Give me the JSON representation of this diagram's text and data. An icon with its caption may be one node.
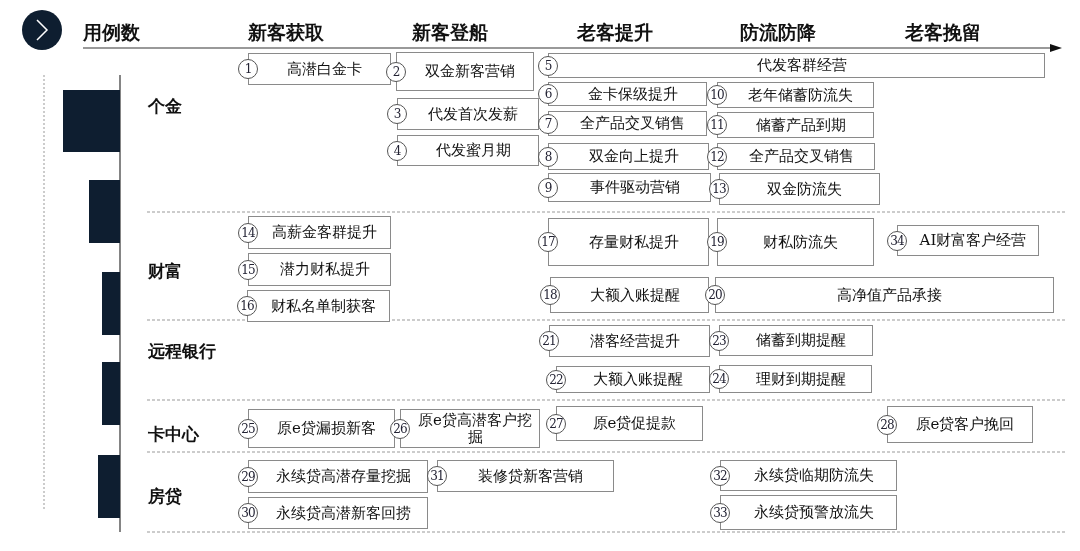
{
  "diagram": {
    "nodes": [
      {
        "text": [
          "1",
          "高潜白金卡"
        ]
      },
      {
        "text": [
          "2",
          "双金新客营销"
        ]
      },
      {
        "text": [
          "3",
          "代发首次发薪"
        ]
      },
      {
        "text": [
          "4",
          "代发蜜月期"
        ]
      },
      {
        "text": [
          "5",
          "代发客群经营"
        ]
      },
      {
        "text": [
          "6",
          "金卡保级提升"
        ]
      },
      {
        "text": [
          "7",
          "全产品交叉销售"
        ]
      },
      {
        "text": [
          "8",
          "双金向上提升"
        ]
      },
      {
        "text": [
          "9",
          "事件驱动营销"
        ]
      },
      {
        "text": [
          "10",
          "老年储蓄防流失"
        ]
      },
      {
        "text": [
          "11",
          "储蓄产品到期"
        ]
      },
      {
        "text": [
          "12",
          "全产品交叉销售"
        ]
      },
      {
        "text": [
          "13",
          "双金防流失"
        ]
      },
      {
        "text": [
          "14",
          "高薪金客群提升"
        ]
      },
      {
        "text": [
          "15",
          "潜力财私提升"
        ]
      },
      {
        "text": [
          "16",
          "财私名单制获客"
        ]
      },
      {
        "text": [
          "17",
          "存量财私提升"
        ]
      },
      {
        "text": [
          "18",
          "大额入账提醒"
        ]
      },
      {
        "text": [
          "19",
          "财私防流失"
        ]
      },
      {
        "text": [
          "20",
          "高净值产品承接"
        ]
      },
      {
        "text": [
          "21",
          "潜客经营提升"
        ]
      },
      {
        "text": [
          "22",
          "大额入账提醒"
        ]
      },
      {
        "text": [
          "23",
          "储蓄到期提醒"
        ]
      },
      {
        "text": [
          "24",
          "理财到期提醒"
        ]
      },
      {
        "text": [
          "25",
          "原e贷漏损新客"
        ]
      },
      {
        "text": [
          "26",
          "原e贷高潜客户挖掘"
        ]
      },
      {
        "text": [
          "27",
          "原e贷促提款"
        ]
      },
      {
        "text": [
          "28",
          "原e贷客户挽回"
        ]
      },
      {
        "text": [
          "29",
          "永续贷高潜存量挖掘"
        ]
      },
      {
        "text": [
          "30",
          "永续贷高潜新客回捞"
        ]
      },
      {
        "text": [
          "31",
          "装修贷新客营销"
        ]
      },
      {
        "text": [
          "32",
          "永续贷临期防流失"
        ]
      },
      {
        "text": [
          "33",
          "永续贷预警放流失"
        ]
      },
      {
        "text": [
          "34",
          "AI财富客户经营"
        ]
      }
    ],
    "labels": [
      "用例数",
      "新客获取",
      "新客登船",
      "老客提升",
      "防流防降",
      "老客挽留",
      "个金",
      "财富",
      "远程银行",
      "卡中心",
      "房贷"
    ]
  }
}
